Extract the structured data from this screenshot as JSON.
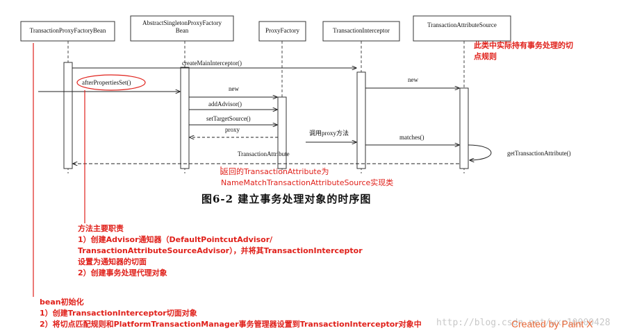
{
  "participants": [
    {
      "id": "p1",
      "label": "TransactionProxyFactoryBean"
    },
    {
      "id": "p2",
      "label": "AbstractSingletonProxyFactory\nBean"
    },
    {
      "id": "p3",
      "label": "ProxyFactory"
    },
    {
      "id": "p4",
      "label": "TransactionInterceptor"
    },
    {
      "id": "p5",
      "label": "TransactionAttributeSource"
    }
  ],
  "messages": {
    "createMainInterceptor": "createMainInterceptor()",
    "afterPropertiesSet": "afterPropertiesSet()",
    "new_interceptor": "new",
    "new_proxyfactory": "new",
    "addAdvisor": "addAdvisor()",
    "setTargetSource": "setTargetSource()",
    "proxy": "proxy",
    "call_proxy": "调用proxy方法",
    "matches": "matches()",
    "transaction_attribute": "TransactionAttribute",
    "getTransactionAttribute": "getTransactionAttribute()"
  },
  "caption": "图6-2   建立事务处理对象的时序图",
  "annotations": {
    "source_note": [
      "此类中实际持有事务处理的切",
      "点规则"
    ],
    "return_note": [
      "返回的TransactionAttribute为",
      "NameMatchTransactionAttributeSource实现类"
    ],
    "method_note": [
      "方法主要职责",
      "1）创建Advisor通知器（DefaultPointcutAdvisor/",
      "TransactionAttributeSourceAdvisor），并将其TransactionInterceptor",
      "设置为通知器的切面",
      "2）创建事务处理代理对象"
    ],
    "bean_note": [
      "bean初始化",
      "1）创建TransactionInterceptor切面对象",
      "2）将切点匹配规则和PlatformTransactionManager事务管理器设置到TransactionInterceptor对象中"
    ]
  },
  "watermark": {
    "url": "http://blog.csdn.net/wxr10000428",
    "credit": "Created by Paint X"
  },
  "colors": {
    "annotation": "#e0201a",
    "line": "#333333",
    "watermark_credit": "#e96a3a"
  }
}
